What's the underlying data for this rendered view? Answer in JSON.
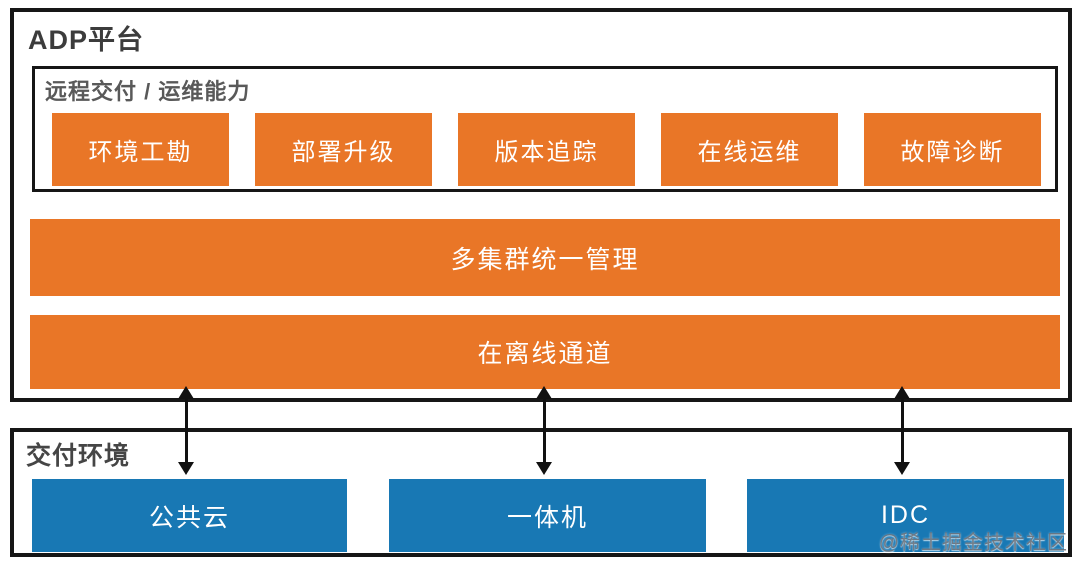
{
  "colors": {
    "orange": "#E97627",
    "blue": "#1878B4",
    "border": "#161616",
    "arrow": "#111111"
  },
  "adp_platform": {
    "title": "ADP平台",
    "capabilities_group": {
      "title": "远程交付 / 运维能力",
      "items": [
        {
          "label": "环境工勘"
        },
        {
          "label": "部署升级"
        },
        {
          "label": "版本追踪"
        },
        {
          "label": "在线运维"
        },
        {
          "label": "故障诊断"
        }
      ]
    },
    "bars": [
      {
        "label": "多集群统一管理"
      },
      {
        "label": "在离线通道"
      }
    ]
  },
  "delivery_environment": {
    "title": "交付环境",
    "environments": [
      {
        "label": "公共云"
      },
      {
        "label": "一体机"
      },
      {
        "label": "IDC"
      }
    ]
  },
  "connections": {
    "type": "double-arrow",
    "count": 3,
    "from": "在离线通道",
    "to": [
      "公共云",
      "一体机",
      "IDC"
    ]
  },
  "watermark": "@稀土掘金技术社区"
}
